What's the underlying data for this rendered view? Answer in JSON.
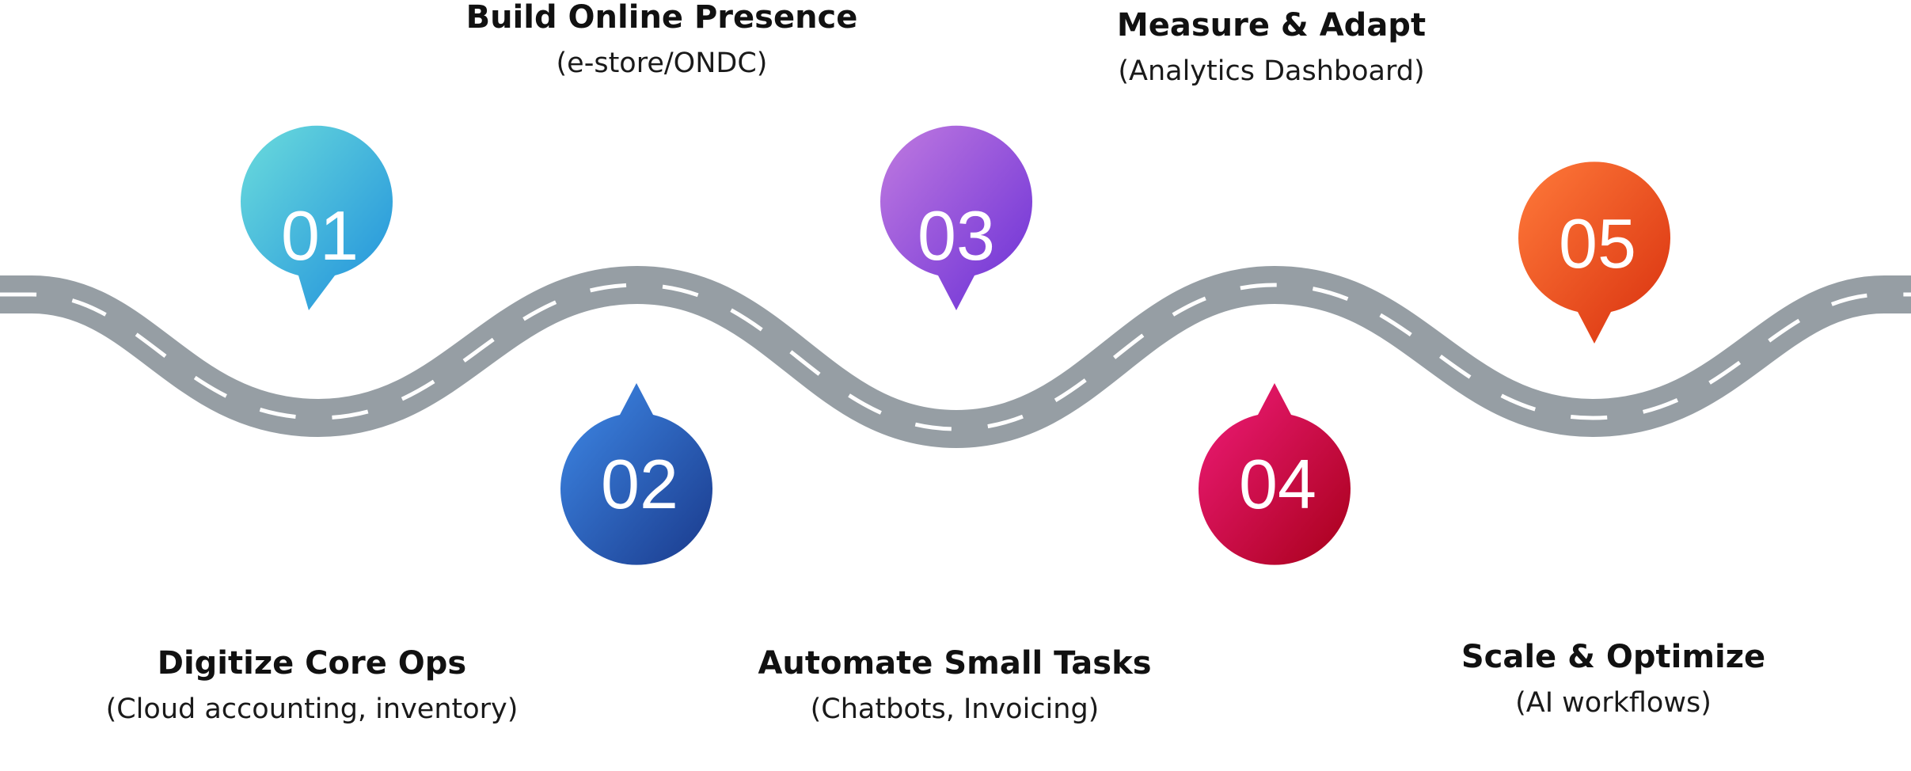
{
  "steps": [
    {
      "number": "01",
      "title": "Digitize Core Ops",
      "subtitle": "(Cloud accounting, inventory)",
      "color_top": "#6bdcdc",
      "color_bottom": "#1f8fdc"
    },
    {
      "number": "02",
      "title": "Build Online Presence",
      "subtitle": "(e-store/ONDC)",
      "color_top": "#3f8ae8",
      "color_bottom": "#1a3a8c"
    },
    {
      "number": "03",
      "title": "Automate Small Tasks",
      "subtitle": "(Chatbots, Invoicing)",
      "color_top": "#c07ae0",
      "color_bottom": "#6a2fd6"
    },
    {
      "number": "04",
      "title": "Measure & Adapt",
      "subtitle": "(Analytics Dashboard)",
      "color_top": "#f01c7a",
      "color_bottom": "#a8001a"
    },
    {
      "number": "05",
      "title": "Scale & Optimize",
      "subtitle": "(AI workflows)",
      "color_top": "#ff7a3a",
      "color_bottom": "#d8300e"
    }
  ],
  "road": {
    "color": "#969ea4",
    "dash_color": "#ffffff"
  }
}
